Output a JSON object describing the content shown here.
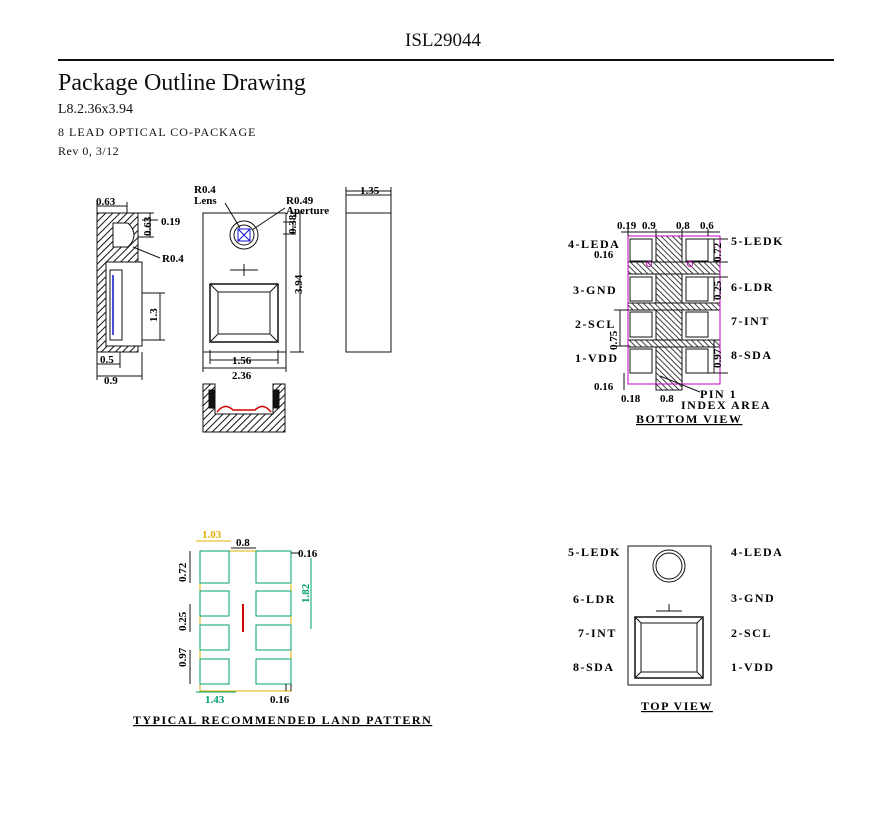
{
  "header": {
    "part_number": "ISL29044",
    "title": "Package Outline Drawing",
    "package_code": "L8.2.36x3.94",
    "package_desc": "8 LEAD OPTICAL CO-PACKAGE",
    "revision": "Rev 0, 3/12"
  },
  "side_view": {
    "dim_top": "0.63",
    "dim_v1": "0.63",
    "dim_r1": "0.19",
    "dim_radius": "R0.4",
    "dim_height": "1.3",
    "dim_bottom1": "0.5",
    "dim_bottom2": "0.9"
  },
  "front_view": {
    "lens_radius": "R0.4",
    "lens_label": "Lens",
    "aperture_radius": "R0.49",
    "aperture_label": "Aperture",
    "dim_small": "0.38",
    "dim_height": "3.94",
    "dim_inner_width": "1.56",
    "dim_width": "2.36"
  },
  "profile_view": {
    "dim_width": "1.35"
  },
  "bottom_view": {
    "caption": "BOTTOM VIEW",
    "top_dims": [
      "0.19",
      "0.9",
      "0.8",
      "0.6"
    ],
    "dim_016a": "0.16",
    "dim_072": "0.72",
    "dim_025": "0.25",
    "dim_075": "0.75",
    "dim_097": "0.97",
    "dim_016b": "0.16",
    "dim_018": "0.18",
    "dim_08": "0.8",
    "pin1_label": "PIN 1",
    "index_label": "INDEX AREA",
    "pins_left": [
      "4-LEDA",
      "3-GND",
      "2-SCL",
      "1-VDD"
    ],
    "pins_right": [
      "5-LEDK",
      "6-LDR",
      "7-INT",
      "8-SDA"
    ]
  },
  "land_pattern": {
    "caption": "TYPICAL RECOMMENDED LAND PATTERN",
    "dim_103": "1.03",
    "dim_08": "0.8",
    "dim_016a": "0.16",
    "dim_072": "0.72",
    "dim_182": "1.82",
    "dim_025": "0.25",
    "dim_097": "0.97",
    "dim_143": "1.43",
    "dim_016b": "0.16"
  },
  "top_view": {
    "caption": "TOP VIEW",
    "pins_left": [
      "5-LEDK",
      "6-LDR",
      "7-INT",
      "8-SDA"
    ],
    "pins_right": [
      "4-LEDA",
      "3-GND",
      "2-SCL",
      "1-VDD"
    ]
  },
  "colors": {
    "outline": "#111111",
    "magenta": "#c000c0",
    "blue": "#1010d0",
    "red": "#d00000",
    "gold": "#e0b000",
    "green": "#00a070"
  }
}
